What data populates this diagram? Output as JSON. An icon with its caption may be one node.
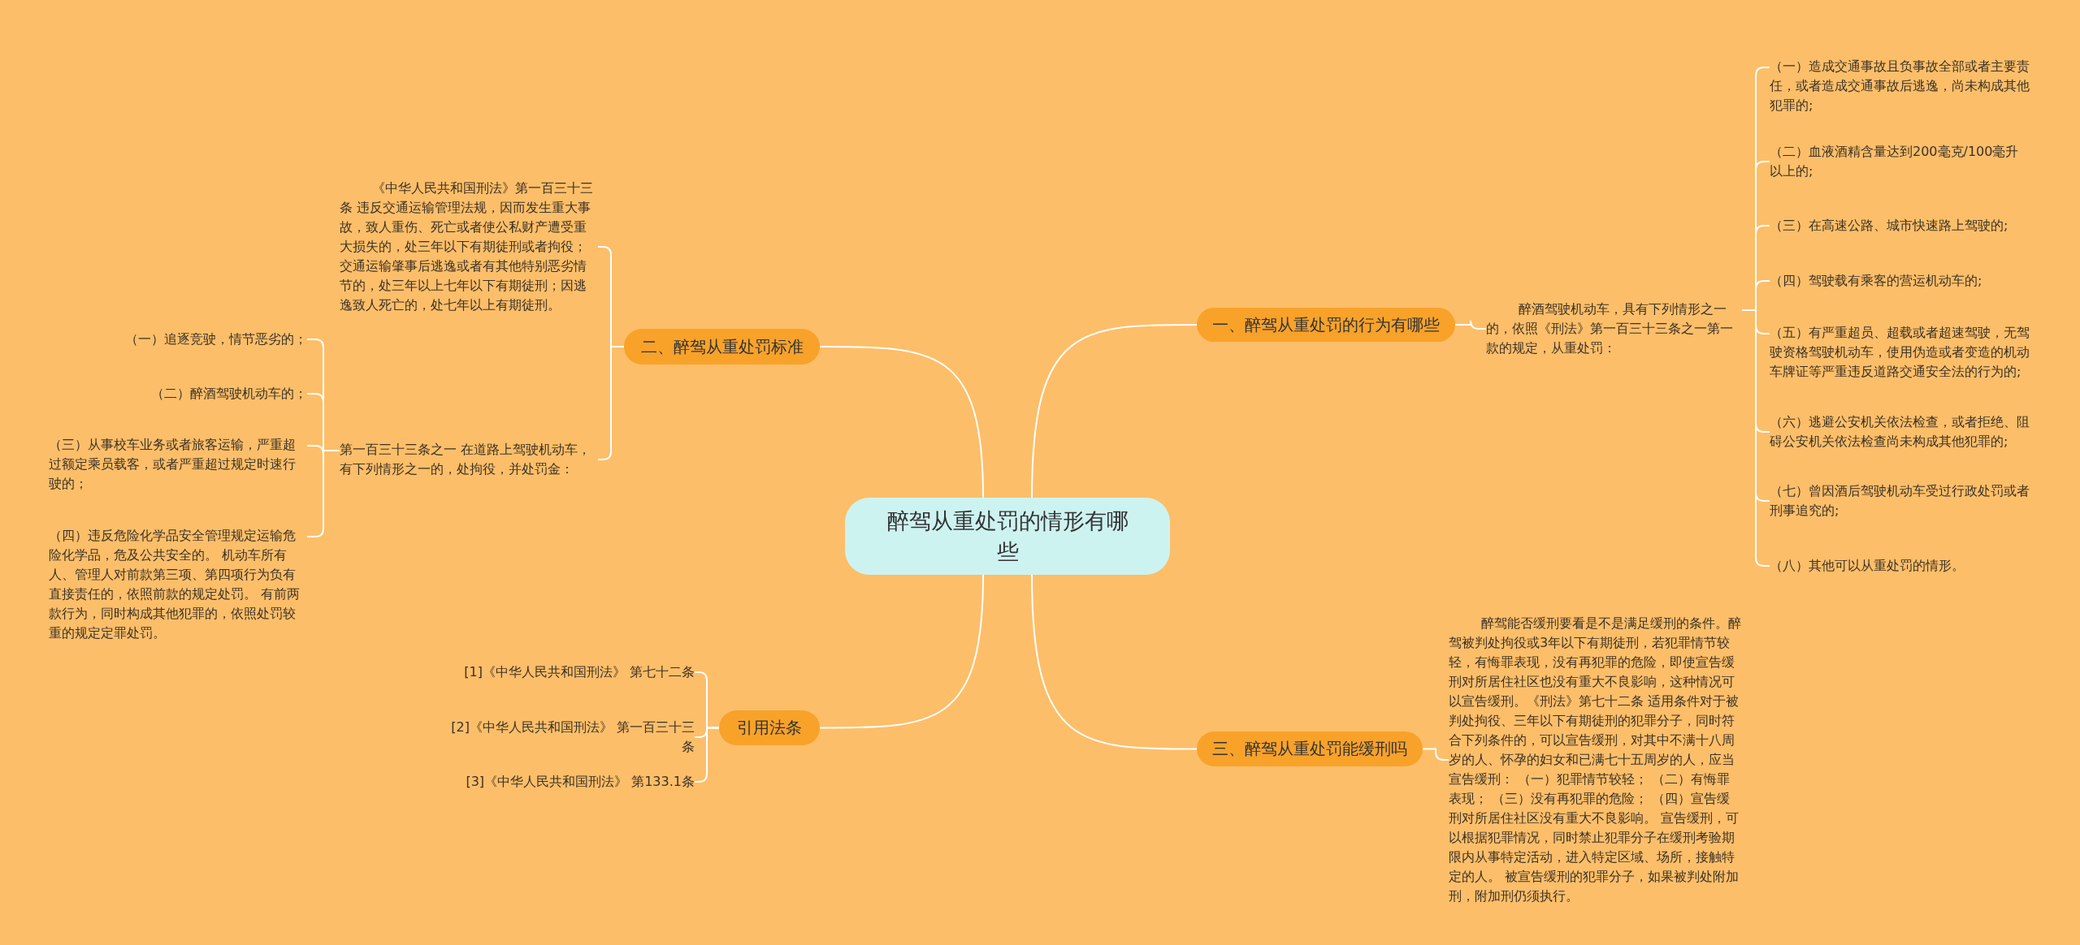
{
  "diagram": {
    "nodes": [
      {
        "text": [
          "醉驾从重处罚的情形有哪些"
        ]
      },
      {
        "text": [
          "一、醉驾从重处罚的行为有哪些"
        ]
      },
      {
        "text": [
          "醉酒驾驶机动车，具有下列情形之一的，依照《刑法》第一百三十三条之一第一款的规定，从重处罚："
        ]
      },
      {
        "text": [
          "（一）造成交通事故且负事故全部或者主要责任，或者造成交通事故后逃逸，尚未构成其他犯罪的;"
        ]
      },
      {
        "text": [
          "（二）血液酒精含量达到200毫克/100毫升以上的;"
        ]
      },
      {
        "text": [
          "（三）在高速公路、城市快速路上驾驶的;"
        ]
      },
      {
        "text": [
          "（四）驾驶载有乘客的营运机动车的;"
        ]
      },
      {
        "text": [
          "（五）有严重超员、超载或者超速驾驶，无驾驶资格驾驶机动车，使用伪造或者变造的机动车牌证等严重违反道路交通安全法的行为的;"
        ]
      },
      {
        "text": [
          "（六）逃避公安机关依法检查，或者拒绝、阻碍公安机关依法检查尚未构成其他犯罪的;"
        ]
      },
      {
        "text": [
          "（七）曾因酒后驾驶机动车受过行政处罚或者刑事追究的;"
        ]
      },
      {
        "text": [
          "（八）其他可以从重处罚的情形。"
        ]
      },
      {
        "text": [
          "二、醉驾从重处罚标准"
        ]
      },
      {
        "text": [
          "《中华人民共和国刑法》第一百三十三条 违反交通运输管理法规，因而发生重大事故，致人重伤、死亡或者使公私财产遭受重大损失的，处三年以下有期徒刑或者拘役；交通运输肇事后逃逸或者有其他特别恶劣情节的，处三年以上七年以下有期徒刑；因逃逸致人死亡的，处七年以上有期徒刑。"
        ]
      },
      {
        "text": [
          "第一百三十三条之一 在道路上驾驶机动车，有下列情形之一的，处拘役，并处罚金："
        ]
      },
      {
        "text": [
          "（一）追逐竞驶，情节恶劣的；"
        ]
      },
      {
        "text": [
          "（二）醉酒驾驶机动车的；"
        ]
      },
      {
        "text": [
          "（三）从事校车业务或者旅客运输，严重超过额定乘员载客，或者严重超过规定时速行驶的；"
        ]
      },
      {
        "text": [
          "（四）违反危险化学品安全管理规定运输危险化学品，危及公共安全的。 机动车所有人、管理人对前款第三项、第四项行为负有直接责任的，依照前款的规定处罚。 有前两款行为，同时构成其他犯罪的，依照处罚较重的规定定罪处罚。"
        ]
      },
      {
        "text": [
          "三、醉驾从重处罚能缓刑吗"
        ]
      },
      {
        "text": [
          "醉驾能否缓刑要看是不是满足缓刑的条件。醉驾被判处拘役或3年以下有期徒刑，若犯罪情节较轻，有悔罪表现，没有再犯罪的危险，即使宣告缓刑对所居住社区也没有重大不良影响，这种情况可以宣告缓刑。《刑法》第七十二条 适用条件对于被判处拘役、三年以下有期徒刑的犯罪分子，同时符合下列条件的，可以宣告缓刑，对其中不满十八周岁的人、怀孕的妇女和已满七十五周岁的人，应当宣告缓刑： （一）犯罪情节较轻； （二）有悔罪表现； （三）没有再犯罪的危险； （四）宣告缓刑对所居住社区没有重大不良影响。 宣告缓刑，可以根据犯罪情况，同时禁止犯罪分子在缓刑考验期限内从事特定活动，进入特定区域、场所，接触特定的人。 被宣告缓刑的犯罪分子，如果被判处附加刑，附加刑仍须执行。"
        ]
      },
      {
        "text": [
          "引用法条"
        ]
      },
      {
        "text": [
          "[1]《中华人民共和国刑法》 第七十二条"
        ]
      },
      {
        "text": [
          "[2]《中华人民共和国刑法》 第一百三十三条"
        ]
      },
      {
        "text": [
          "[3]《中华人民共和国刑法》 第133.1条"
        ]
      }
    ],
    "edges": [
      {
        "from": 0,
        "to": 1,
        "arrow": "none"
      },
      {
        "from": 1,
        "to": 2,
        "arrow": "none"
      },
      {
        "from": 2,
        "to": 3,
        "arrow": "none"
      },
      {
        "from": 2,
        "to": 4,
        "arrow": "none"
      },
      {
        "from": 2,
        "to": 5,
        "arrow": "none"
      },
      {
        "from": 2,
        "to": 6,
        "arrow": "none"
      },
      {
        "from": 2,
        "to": 7,
        "arrow": "none"
      },
      {
        "from": 2,
        "to": 8,
        "arrow": "none"
      },
      {
        "from": 2,
        "to": 9,
        "arrow": "none"
      },
      {
        "from": 2,
        "to": 10,
        "arrow": "none"
      },
      {
        "from": 0,
        "to": 11,
        "arrow": "none"
      },
      {
        "from": 11,
        "to": 12,
        "arrow": "none"
      },
      {
        "from": 11,
        "to": 13,
        "arrow": "none"
      },
      {
        "from": 13,
        "to": 14,
        "arrow": "none"
      },
      {
        "from": 13,
        "to": 15,
        "arrow": "none"
      },
      {
        "from": 13,
        "to": 16,
        "arrow": "none"
      },
      {
        "from": 13,
        "to": 17,
        "arrow": "none"
      },
      {
        "from": 0,
        "to": 18,
        "arrow": "none"
      },
      {
        "from": 18,
        "to": 19,
        "arrow": "none"
      },
      {
        "from": 0,
        "to": 20,
        "arrow": "none"
      },
      {
        "from": 20,
        "to": 21,
        "arrow": "none"
      },
      {
        "from": 20,
        "to": 22,
        "arrow": "none"
      },
      {
        "from": 20,
        "to": 23,
        "arrow": "none"
      }
    ]
  }
}
